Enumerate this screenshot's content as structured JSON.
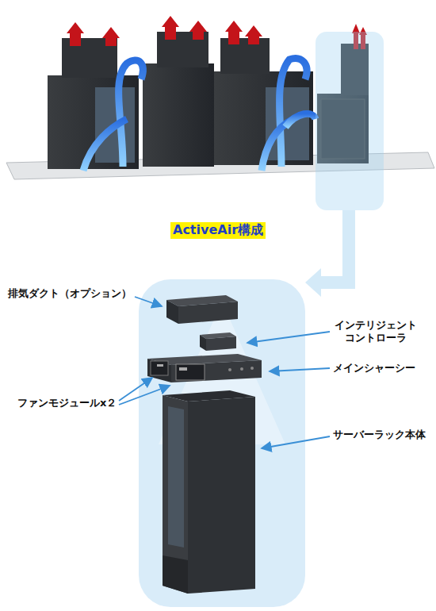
{
  "diagram": {
    "title": "ActiveAir構成",
    "labels": [
      "排気ダクト（オプション）",
      "インテリジェント コントローラ",
      "メインシャーシー",
      "ファンモジュールx２",
      "サーバーラック本体"
    ]
  }
}
